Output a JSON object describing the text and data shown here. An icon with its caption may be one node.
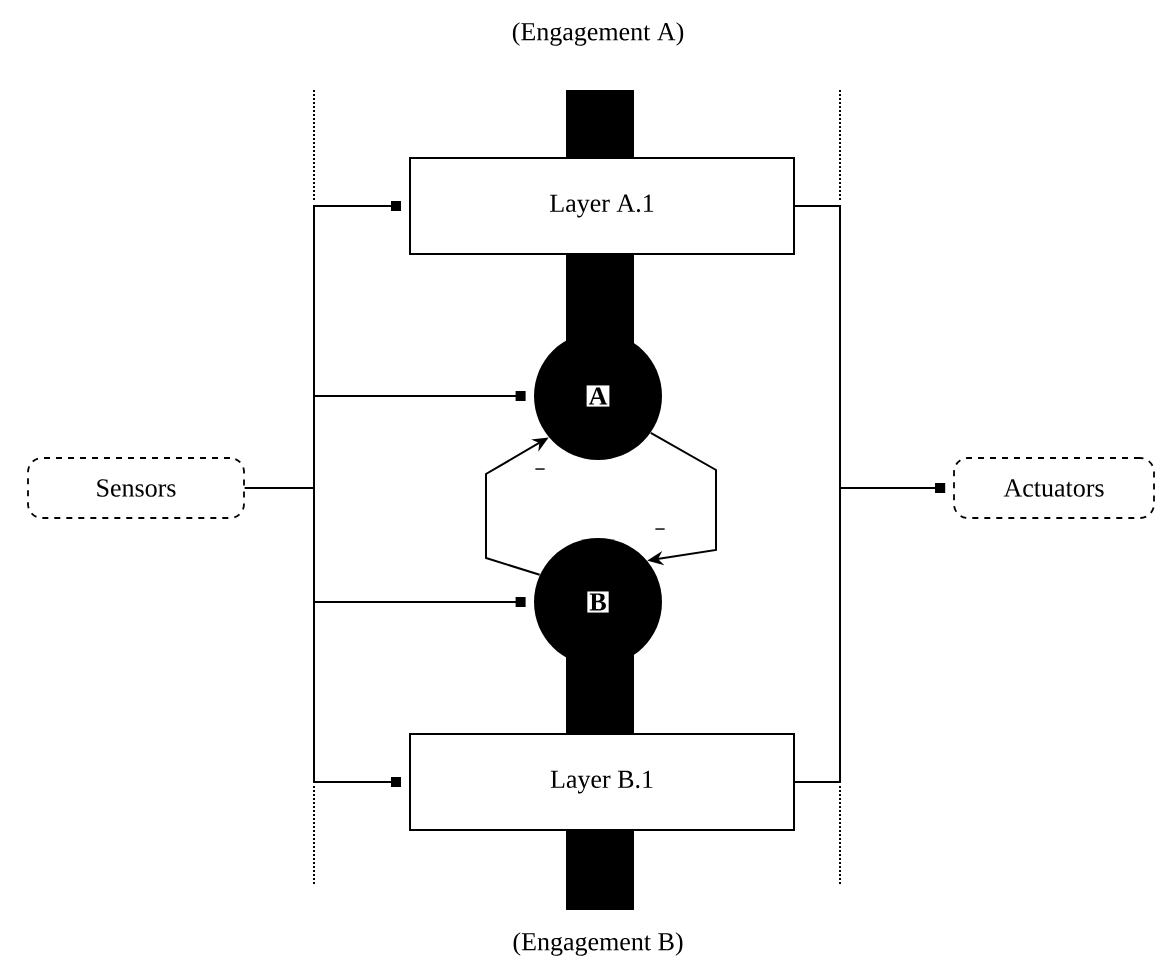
{
  "diagram": {
    "nodes": [
      {
        "text": [
          "Sensors"
        ]
      },
      {
        "text": [
          "Layer A.1"
        ]
      },
      {
        "text": [
          "A"
        ]
      },
      {
        "text": [
          "B"
        ]
      },
      {
        "text": [
          "Layer B.1"
        ]
      },
      {
        "text": [
          "Actuators"
        ]
      }
    ],
    "edges": [
      {
        "from": 0,
        "to": 1,
        "arrow": "other"
      },
      {
        "from": 0,
        "to": 2,
        "arrow": "other"
      },
      {
        "from": 0,
        "to": 3,
        "arrow": "other"
      },
      {
        "from": 0,
        "to": 4,
        "arrow": "other"
      },
      {
        "from": 1,
        "to": 5,
        "arrow": "other"
      },
      {
        "from": 4,
        "to": 5,
        "arrow": "other"
      },
      {
        "from": 2,
        "to": 3,
        "arrow": "to",
        "label": "−"
      },
      {
        "from": 3,
        "to": 2,
        "arrow": "to",
        "label": "−"
      }
    ],
    "labels": [
      "(Engagement A)",
      "(Engagement B)"
    ]
  }
}
